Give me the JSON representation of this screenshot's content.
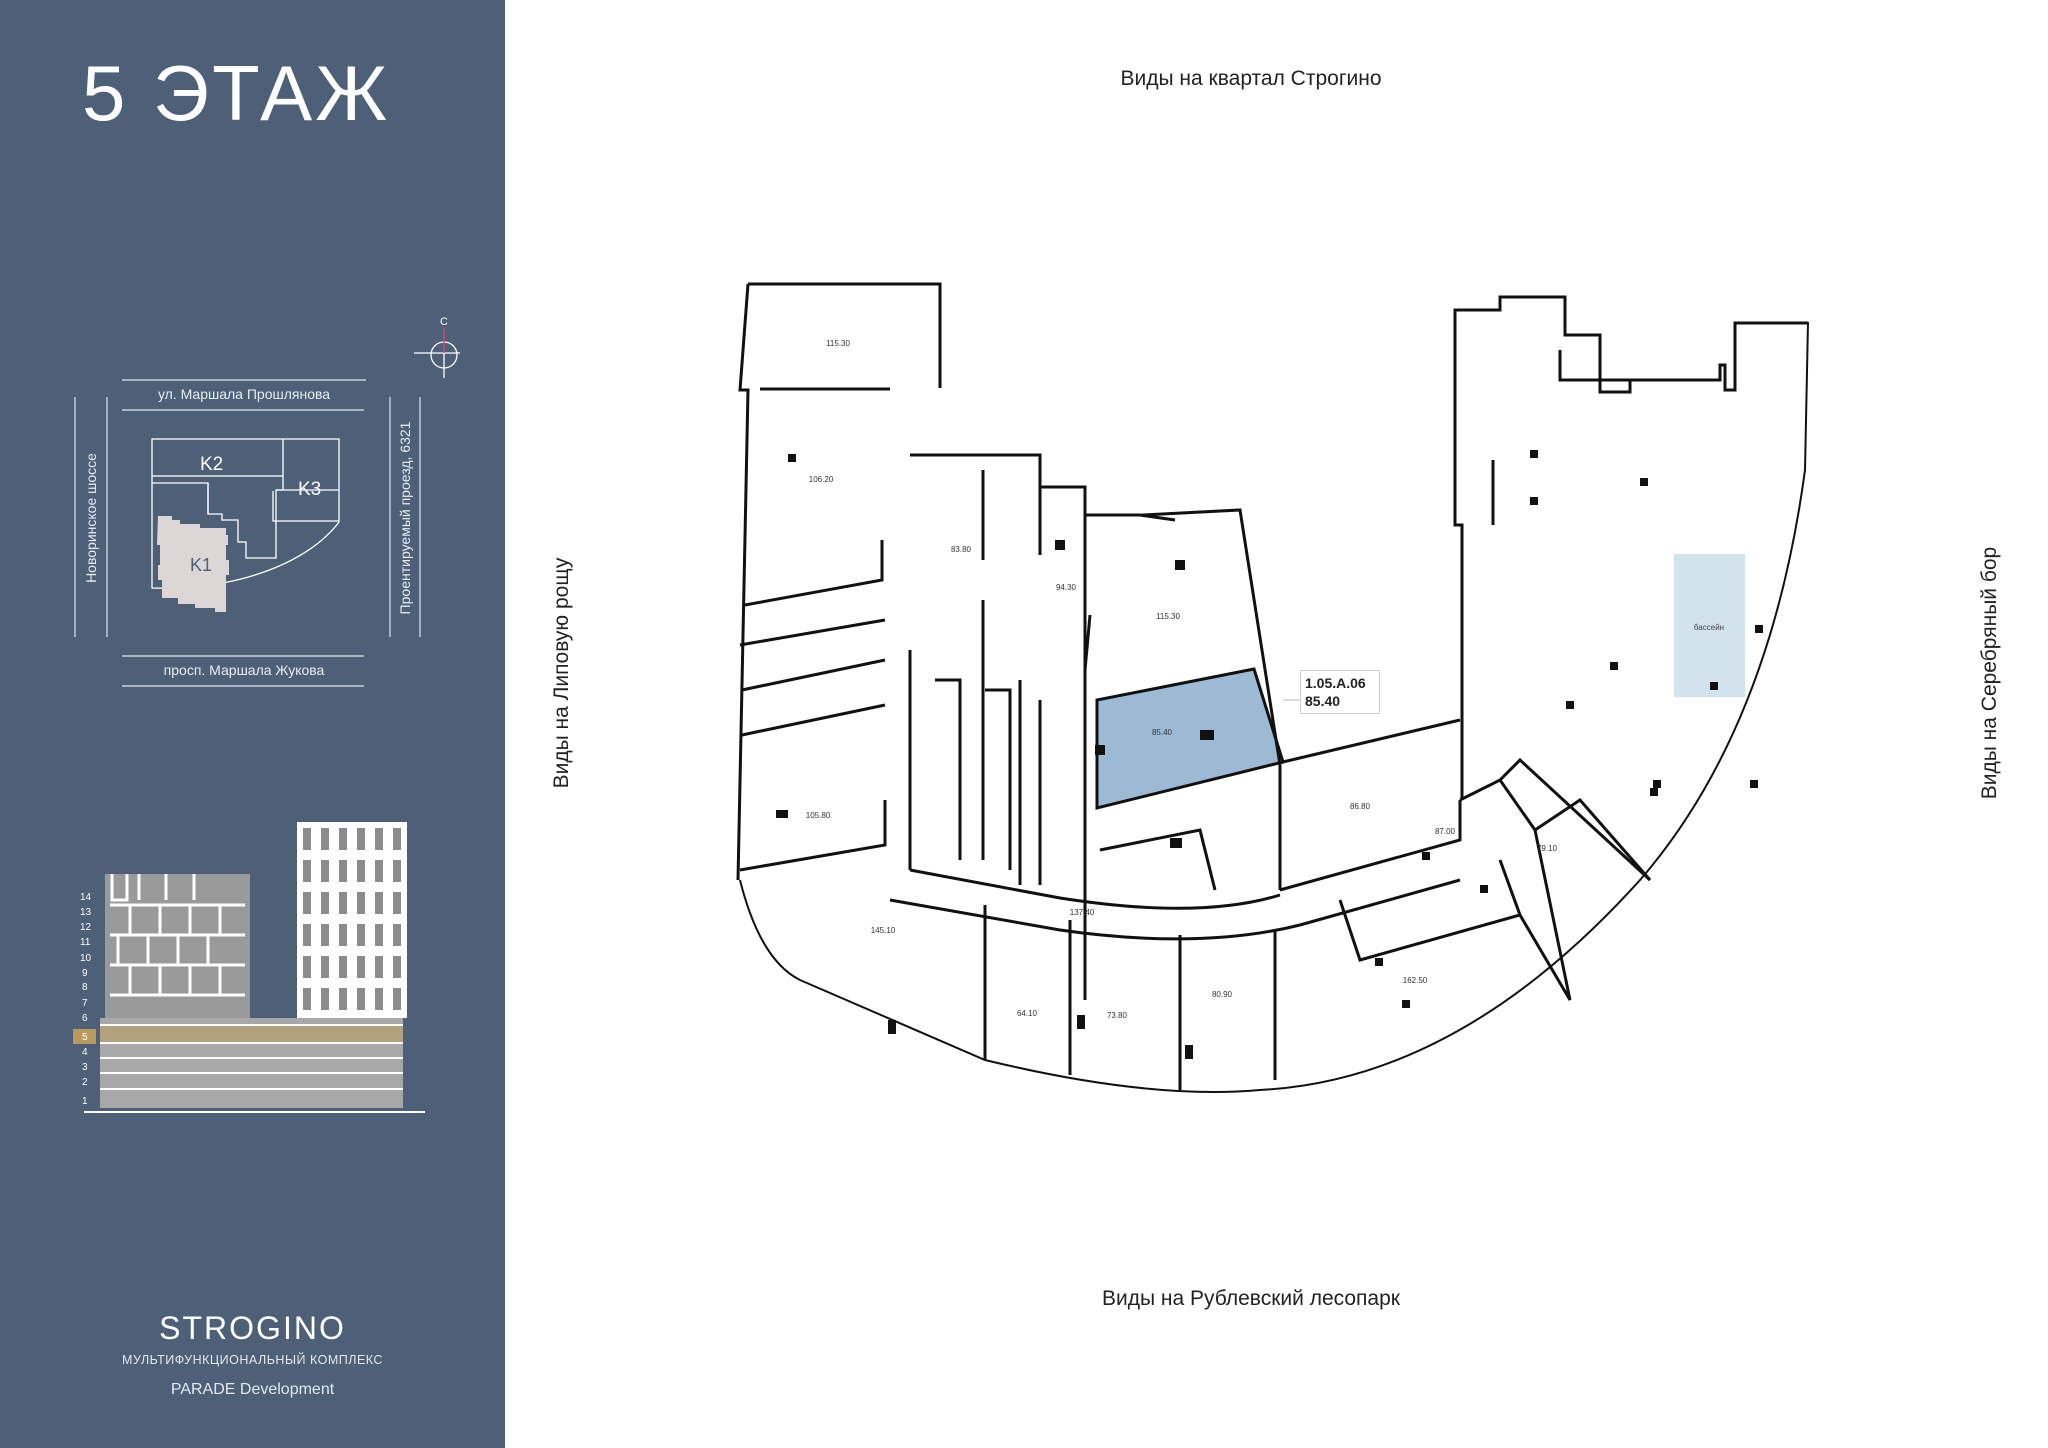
{
  "sidebar": {
    "floor_title": "5 ЭТАЖ",
    "compass_label": "С",
    "site_plan": {
      "road_north": "ул. Маршала Прошлянова",
      "road_south": "просп. Маршала Жукова",
      "road_west": "Новоринское шоссе",
      "road_east": "Проентируемый проезд, 6321",
      "buildings": [
        "K1",
        "K2",
        "K3"
      ],
      "selected_building": "K1"
    },
    "elevation": {
      "floors": [
        "14",
        "13",
        "12",
        "11",
        "10",
        "9",
        "8",
        "7",
        "6",
        "5",
        "4",
        "3",
        "2",
        "1"
      ],
      "selected_floor": "5"
    },
    "brand": {
      "name": "STROGINO",
      "subtitle": "МУЛЬТИФУНКЦИОНАЛЬНЫЙ КОМПЛЕКС",
      "developer": "PARADE Development"
    }
  },
  "plan": {
    "view_north": "Виды на квартал Строгино",
    "view_west": "Виды на Липовую рощу",
    "view_east": "Виды на Серебряный бор",
    "view_south": "Виды на Рублевский лесопарк",
    "selected_unit": {
      "id": "1.05.A.06",
      "area": "85.40"
    },
    "rooms": [
      "115.30",
      "106.20",
      "105.80",
      "145.10",
      "137.40",
      "64.10",
      "73.80",
      "80.90",
      "83.80",
      "94.30",
      "115.30",
      "85.40",
      "86.80",
      "87.00",
      "79.10",
      "162.50"
    ],
    "pool_label": "бассейн",
    "colors": {
      "highlight": "#9dbad4",
      "pool": "#d3e3ee",
      "sidebar": "#4d6077",
      "floor_marker": "#b89a5e"
    }
  }
}
